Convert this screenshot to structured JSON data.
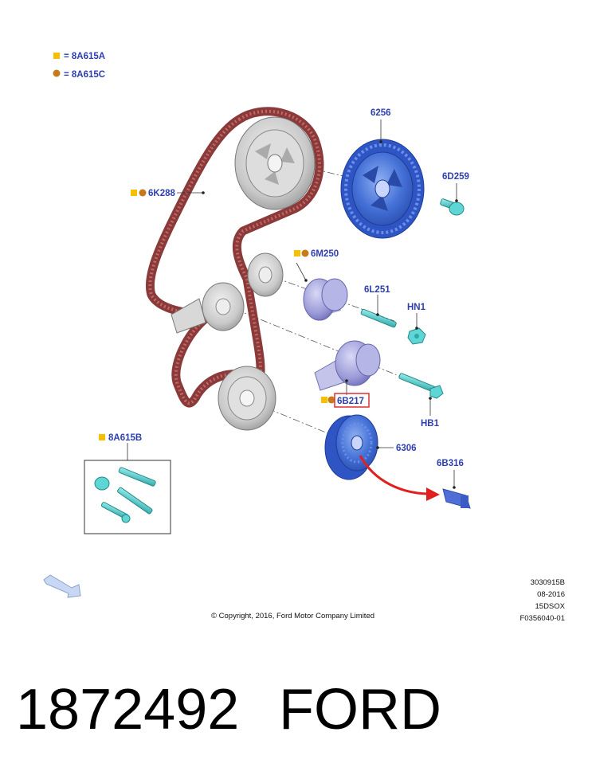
{
  "legend": [
    {
      "symbol": "square",
      "label": "= 8A615A"
    },
    {
      "symbol": "dot",
      "label": "= 8A615C"
    }
  ],
  "parts": {
    "camshaft_gear": "6256",
    "cam_bolt": "6D259",
    "timing_belt": "6K288",
    "idler_pulley": "6M250",
    "idler_stud": "6L251",
    "idler_nut": "HN1",
    "tensioner": "6B217",
    "tensioner_bolt": "HB1",
    "crank_gear": "6306",
    "crank_sensor": "6B316",
    "bolt_kit": "8A615B"
  },
  "meta": {
    "code": "3030915B",
    "date": "08-2016",
    "model": "15DSOX",
    "ref": "F0356040-01"
  },
  "copyright": "© Copyright, 2016, Ford Motor Company Limited",
  "footer": {
    "part_number": "1872492",
    "brand": "FORD"
  },
  "colors": {
    "label_blue": "#2d3fb0",
    "belt_red": "#8b3a3a",
    "part_blue": "#3f6fd8",
    "bolt_cyan": "#4fc8c8",
    "legend_square": "#f5c000",
    "legend_dot": "#c77a1a",
    "highlight_box": "#e03030",
    "arrow_red": "#e02020"
  }
}
